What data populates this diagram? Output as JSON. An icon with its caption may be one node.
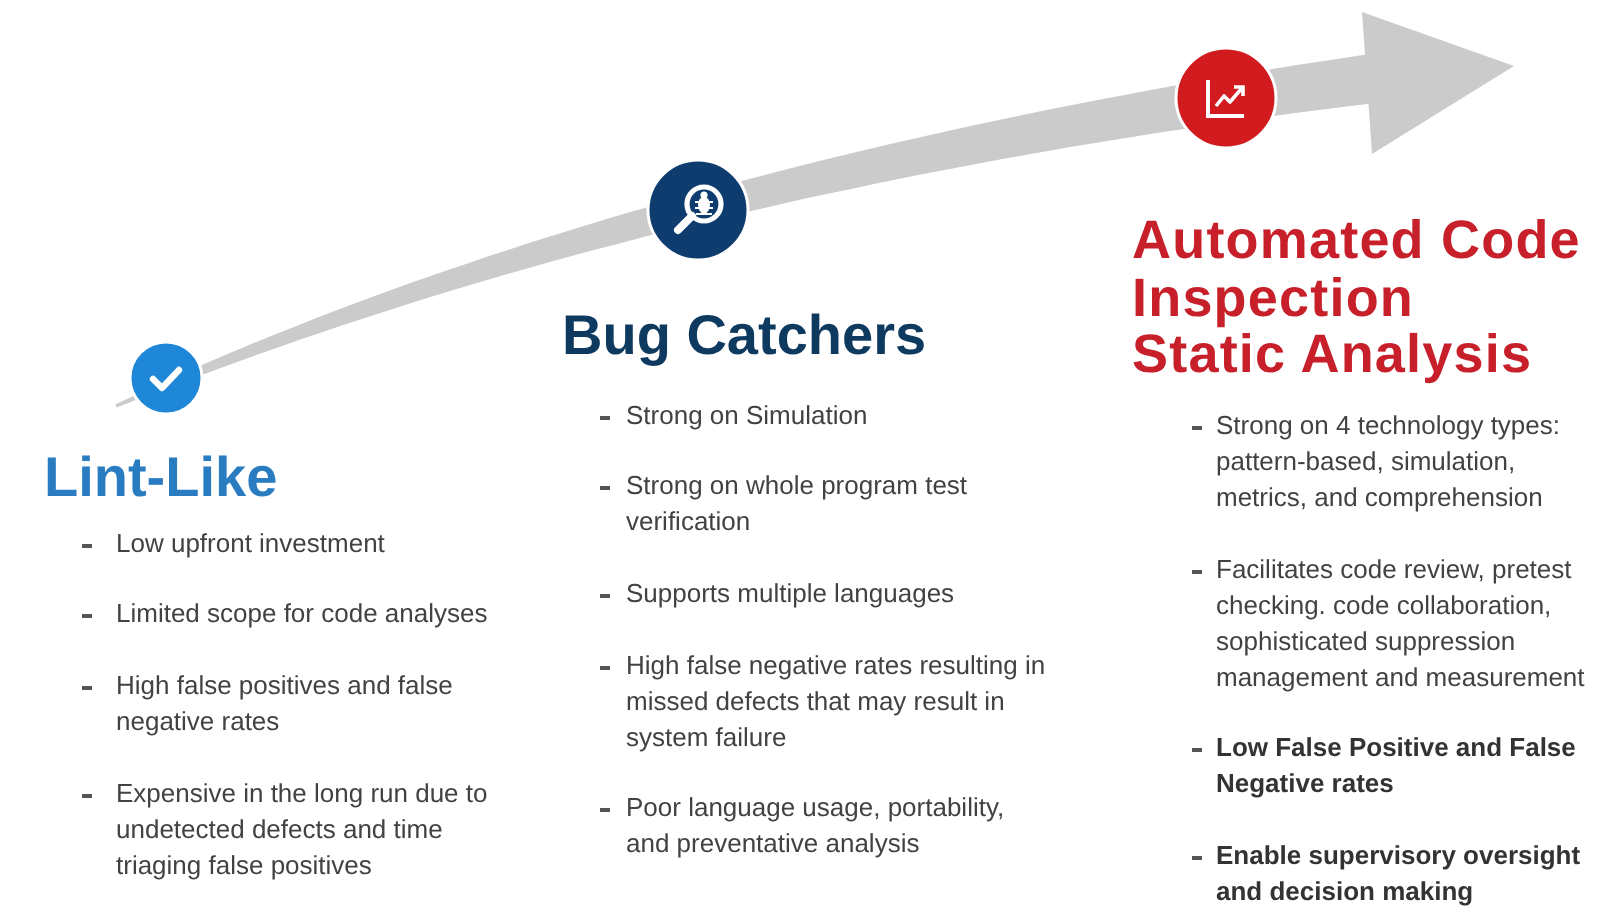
{
  "diagram": {
    "labels": [
      "Lint-Like",
      "Low upfront investment",
      "Limited scope for code analyses",
      "High false positives and false negative rates",
      "Expensive in the long run due to undetected defects and time triaging false positives",
      "Bug Catchers",
      "Strong on Simulation",
      "Strong on whole program test verification",
      "Supports multiple languages",
      "High false negative rates resulting in missed defects that may result in system failure",
      "Poor language usage, portability, and preventative analysis",
      "Automated Code Inspection Static Analysis",
      "Strong on 4 technology types: pattern-based, simulation, metrics, and comprehension",
      "Facilitates code review, pretest checking. code collaboration, sophisticated suppression management and measurement",
      "Low False Positive and False Negative rates",
      "Enable supervisory oversight and decision making"
    ]
  }
}
